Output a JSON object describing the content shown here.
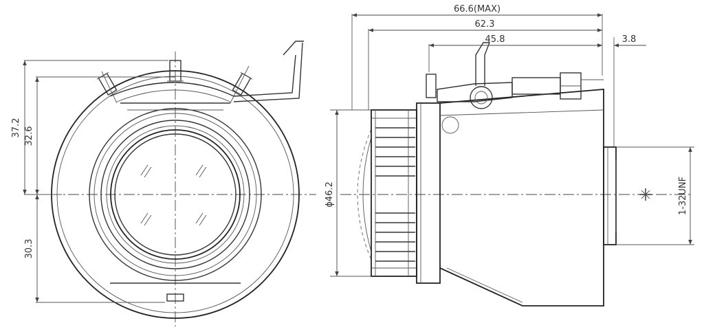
{
  "front_view": {
    "dims": {
      "upper_outer": "37.2",
      "upper_inner": "32.6",
      "lower": "30.3"
    }
  },
  "side_view": {
    "dims": {
      "overall_max": "66.6(MAX)",
      "length_62": "62.3",
      "length_45": "45.8",
      "flange": "3.8",
      "diameter": "ϕ46.2",
      "mount": "1-32UNF"
    }
  }
}
